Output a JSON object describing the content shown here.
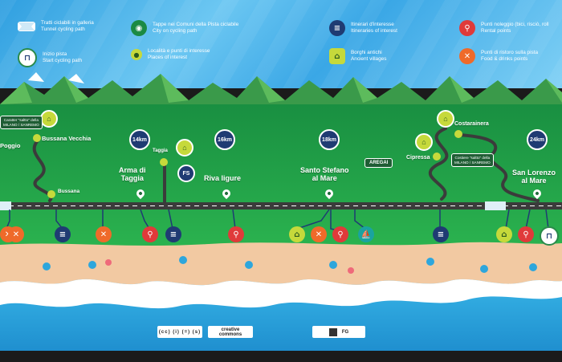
{
  "legend": {
    "tunnel": {
      "text": "Tratti ciclabili in galleria\nTunnel cycling path",
      "icon": "tunnel-icon"
    },
    "start": {
      "text": "Inizio pista\nStart cycling path",
      "icon": "start-gate-icon"
    },
    "city_stage": {
      "text": "Tappe nei Comuni della Pista ciclabile\nCity on cycling path",
      "icon": "map-pin-icon"
    },
    "places": {
      "text": "Località e punti di interesse\nPlaces of interest",
      "icon": "dot-icon"
    },
    "itineraries": {
      "text": "Itinerari d'interesse\nItineraries of interest",
      "icon": "itinerary-icon"
    },
    "villages": {
      "text": "Borghi antichi\nAncient villages",
      "icon": "village-icon"
    },
    "rental": {
      "text": "Punti noleggio (bici, risciò, roll\nRental points",
      "icon": "bike-icon"
    },
    "food": {
      "text": "Punti di ristoro sulla pista\nFood & drinks points",
      "icon": "fork-knife-icon"
    }
  },
  "places": [
    {
      "id": "poggio",
      "label": "Poggio"
    },
    {
      "id": "bussana-vecchia",
      "label": "Bussana Vecchia"
    },
    {
      "id": "bussana",
      "label": "Bussana"
    },
    {
      "id": "taggia-small",
      "label": "Taggia"
    },
    {
      "id": "arma",
      "label": "Arma di\nTaggia"
    },
    {
      "id": "riva",
      "label": "Riva ligure"
    },
    {
      "id": "santo-stefano",
      "label": "Santo Stefano\nal Mare"
    },
    {
      "id": "costarainera",
      "label": "Costarainera"
    },
    {
      "id": "cipressa",
      "label": "Cipressa"
    },
    {
      "id": "san-lorenzo",
      "label": "San Lorenzo\nal Mare"
    }
  ],
  "km_markers": [
    {
      "id": "km14",
      "label": "14km"
    },
    {
      "id": "km16",
      "label": "16km"
    },
    {
      "id": "km18",
      "label": "18km"
    },
    {
      "id": "km24",
      "label": "24km"
    }
  ],
  "tags": {
    "saltto_left": "Caratter \"saltto\" della\nMILANO / SANREMO",
    "saltto_right": "Costiere \"saltto\" della\nMILANO / SANREMO",
    "aregai": "AREGAI",
    "fs": "FS"
  },
  "footer": {
    "creative_commons": "creative\ncommons",
    "cc_icons": "(cc) (i) (=) (s)",
    "logos": "FG"
  },
  "colors": {
    "sky": "#3aa7e6",
    "mountain": "#3a9a4a",
    "grass": "#21a24a",
    "road": "#3b3b3b",
    "beach": "#f2c9a2",
    "sea": "#2ea6dc",
    "navy": "#1f3b73"
  }
}
